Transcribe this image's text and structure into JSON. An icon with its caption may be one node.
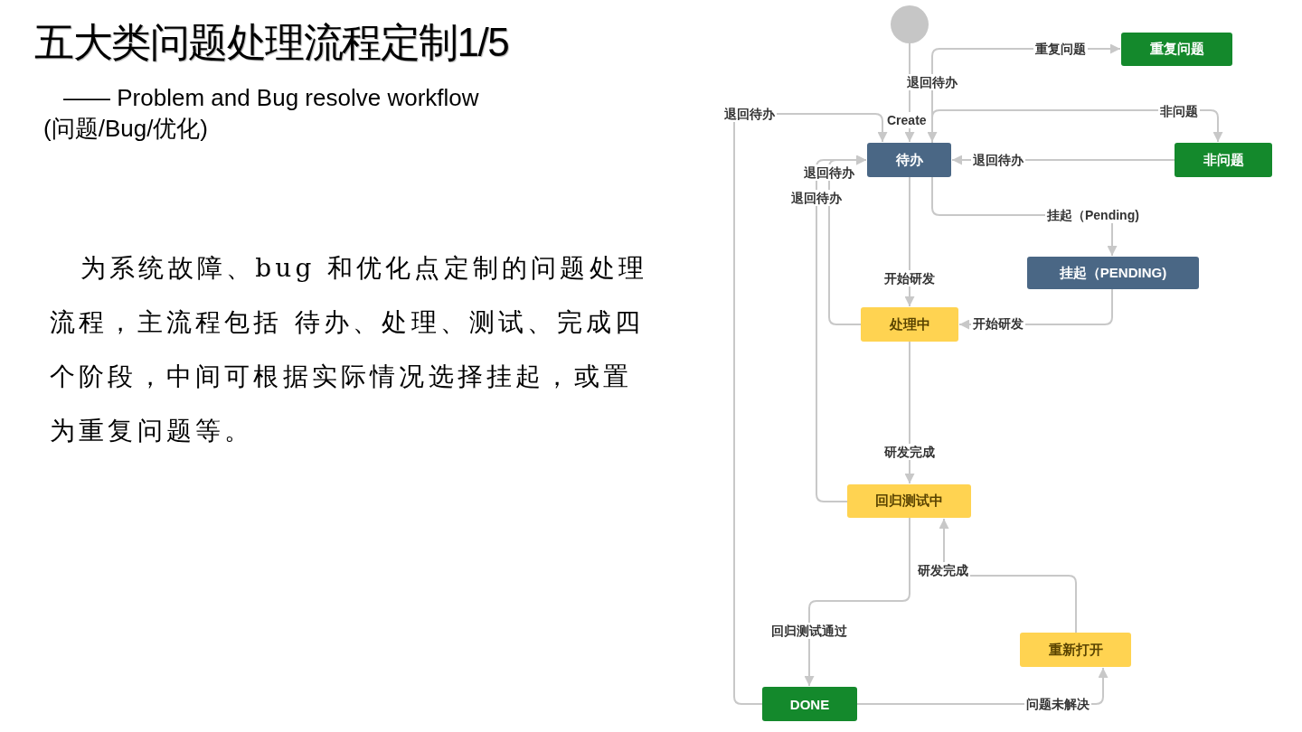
{
  "diagram": {
    "title": "五大类问题处理流程定制1/5",
    "nodes": [
      {
        "text": [],
        "shape": "circle"
      },
      {
        "text": [
          "待办"
        ]
      },
      {
        "text": [
          "重复问题"
        ]
      },
      {
        "text": [
          "非问题"
        ]
      },
      {
        "text": [
          "挂起（PENDING)"
        ]
      },
      {
        "text": [
          "处理中"
        ]
      },
      {
        "text": [
          "回归测试中"
        ]
      },
      {
        "text": [
          "重新打开"
        ]
      },
      {
        "text": [
          "DONE"
        ]
      }
    ],
    "edges": [
      {
        "from": 0,
        "to": 1,
        "arrow": "to",
        "label": "Create"
      },
      {
        "from": 1,
        "to": 2,
        "arrow": "both",
        "label": "重复问题"
      },
      {
        "from": 1,
        "to": 3,
        "arrow": "to",
        "label": "非问题"
      },
      {
        "from": 3,
        "to": 1,
        "arrow": "to",
        "label": "退回待办"
      },
      {
        "from": 8,
        "to": 1,
        "arrow": "to",
        "label": "退回待办"
      },
      {
        "from": 5,
        "to": 1,
        "arrow": "to",
        "label": "退回待办"
      },
      {
        "from": 6,
        "to": 1,
        "arrow": "to",
        "label": "退回待办"
      },
      {
        "from": 1,
        "to": 5,
        "arrow": "to",
        "label": "开始研发"
      },
      {
        "from": 1,
        "to": 4,
        "arrow": "to",
        "label": "挂起（Pending)"
      },
      {
        "from": 4,
        "to": 5,
        "arrow": "to",
        "label": "开始研发"
      },
      {
        "from": 5,
        "to": 6,
        "arrow": "to",
        "label": "研发完成"
      },
      {
        "from": 6,
        "to": 8,
        "arrow": "to",
        "label": "回归测试通过"
      },
      {
        "from": 7,
        "to": 6,
        "arrow": "to",
        "label": "研发完成"
      },
      {
        "from": 8,
        "to": 7,
        "arrow": "to",
        "label": "问题未解决"
      }
    ],
    "labels": [
      "—— Problem and Bug resolve workflow (问题/Bug/优化)",
      "为系统故障、bug 和优化点定制的问题处理流程，主流程包括 待办、处理、测试、完成四个阶段，中间可根据实际情况选择挂起，或置为重复问题等。",
      "退回待办"
    ]
  }
}
